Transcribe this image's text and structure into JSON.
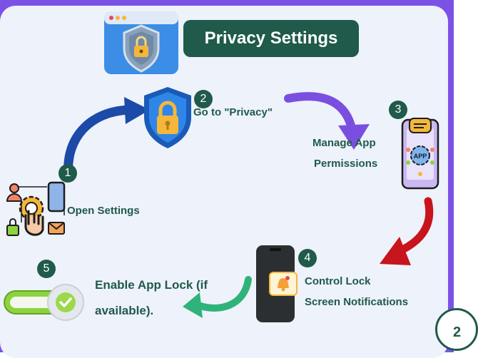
{
  "title": "Privacy Settings",
  "steps": [
    {
      "number": "1",
      "label": "Open Settings"
    },
    {
      "number": "2",
      "label": "Go to \"Privacy\""
    },
    {
      "number": "3",
      "label_line1": "Manage App",
      "label_line2": "Permissions"
    },
    {
      "number": "4",
      "label_line1": "Control Lock",
      "label_line2": "Screen Notifications"
    },
    {
      "number": "5",
      "label_line1": "Enable App Lock (if",
      "label_line2": "available)."
    }
  ],
  "app_badge_text": "APP",
  "corner_badge": "2",
  "colors": {
    "frame": "#7b52e6",
    "card": "#eef2fb",
    "badge": "#1f5a4a",
    "arrow_blue": "#1c4aa8",
    "arrow_purple": "#7a4fe0",
    "arrow_red": "#c8141c",
    "arrow_green": "#2fb37a",
    "shield_blue": "#2f86e8",
    "toggle_green": "#8cd33f"
  }
}
